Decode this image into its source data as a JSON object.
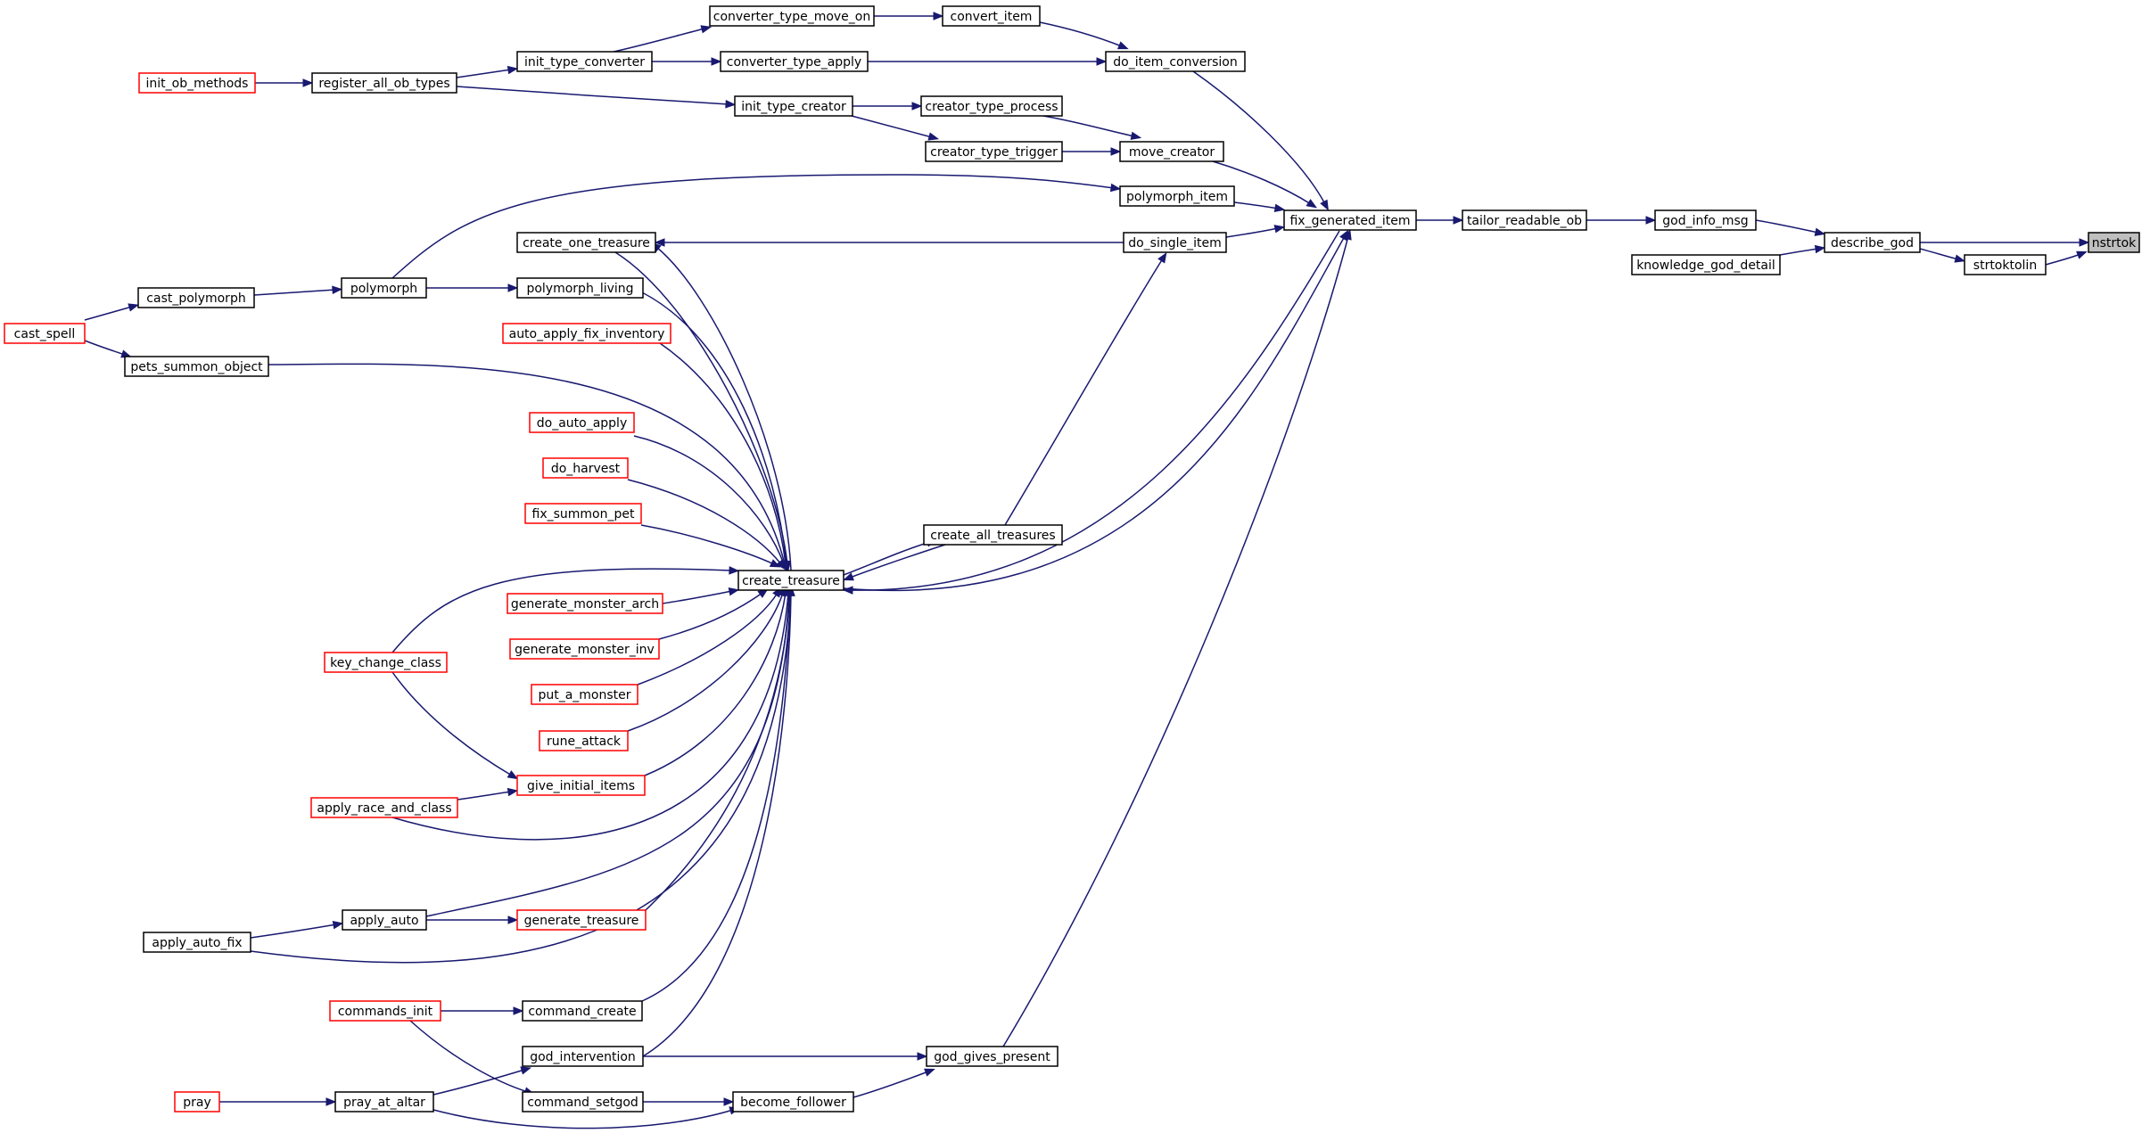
{
  "colors": {
    "edge": "#191970",
    "node_border": "#000000",
    "truncated_border": "#ff0000",
    "root_fill": "#bfbfbf",
    "node_fill": "#ffffff"
  },
  "graph": {
    "nodes": [
      {
        "id": "nstrtok",
        "label": "nstrtok",
        "style": "root"
      },
      {
        "id": "describe_god",
        "label": "describe_god",
        "style": "normal"
      },
      {
        "id": "strtoktolin",
        "label": "strtoktolin",
        "style": "normal"
      },
      {
        "id": "god_info_msg",
        "label": "god_info_msg",
        "style": "normal"
      },
      {
        "id": "knowledge_god_detail",
        "label": "knowledge_god_detail",
        "style": "normal"
      },
      {
        "id": "tailor_readable_ob",
        "label": "tailor_readable_ob",
        "style": "normal"
      },
      {
        "id": "fix_generated_item",
        "label": "fix_generated_item",
        "style": "normal"
      },
      {
        "id": "do_item_conversion",
        "label": "do_item_conversion",
        "style": "normal"
      },
      {
        "id": "move_creator",
        "label": "move_creator",
        "style": "normal"
      },
      {
        "id": "polymorph_item",
        "label": "polymorph_item",
        "style": "normal"
      },
      {
        "id": "do_single_item",
        "label": "do_single_item",
        "style": "normal"
      },
      {
        "id": "convert_item",
        "label": "convert_item",
        "style": "normal"
      },
      {
        "id": "converter_type_move_on",
        "label": "converter_type_move_on",
        "style": "normal"
      },
      {
        "id": "converter_type_apply",
        "label": "converter_type_apply",
        "style": "normal"
      },
      {
        "id": "init_type_converter",
        "label": "init_type_converter",
        "style": "normal"
      },
      {
        "id": "register_all_ob_types",
        "label": "register_all_ob_types",
        "style": "normal"
      },
      {
        "id": "init_ob_methods",
        "label": "init_ob_methods",
        "style": "truncated"
      },
      {
        "id": "creator_type_process",
        "label": "creator_type_process",
        "style": "normal"
      },
      {
        "id": "creator_type_trigger",
        "label": "creator_type_trigger",
        "style": "normal"
      },
      {
        "id": "init_type_creator",
        "label": "init_type_creator",
        "style": "normal"
      },
      {
        "id": "create_one_treasure",
        "label": "create_one_treasure",
        "style": "normal"
      },
      {
        "id": "polymorph",
        "label": "polymorph",
        "style": "normal"
      },
      {
        "id": "polymorph_living",
        "label": "polymorph_living",
        "style": "normal"
      },
      {
        "id": "cast_polymorph",
        "label": "cast_polymorph",
        "style": "normal"
      },
      {
        "id": "cast_spell",
        "label": "cast_spell",
        "style": "truncated"
      },
      {
        "id": "pets_summon_object",
        "label": "pets_summon_object",
        "style": "normal"
      },
      {
        "id": "auto_apply_fix_inventory",
        "label": "auto_apply_fix_inventory",
        "style": "truncated"
      },
      {
        "id": "do_auto_apply",
        "label": "do_auto_apply",
        "style": "truncated"
      },
      {
        "id": "do_harvest",
        "label": "do_harvest",
        "style": "truncated"
      },
      {
        "id": "fix_summon_pet",
        "label": "fix_summon_pet",
        "style": "truncated"
      },
      {
        "id": "create_all_treasures",
        "label": "create_all_treasures",
        "style": "normal"
      },
      {
        "id": "create_treasure",
        "label": "create_treasure",
        "style": "normal"
      },
      {
        "id": "generate_monster_arch",
        "label": "generate_monster_arch",
        "style": "truncated"
      },
      {
        "id": "generate_monster_inv",
        "label": "generate_monster_inv",
        "style": "truncated"
      },
      {
        "id": "key_change_class",
        "label": "key_change_class",
        "style": "truncated"
      },
      {
        "id": "put_a_monster",
        "label": "put_a_monster",
        "style": "truncated"
      },
      {
        "id": "rune_attack",
        "label": "rune_attack",
        "style": "truncated"
      },
      {
        "id": "give_initial_items",
        "label": "give_initial_items",
        "style": "truncated"
      },
      {
        "id": "apply_race_and_class",
        "label": "apply_race_and_class",
        "style": "truncated"
      },
      {
        "id": "apply_auto",
        "label": "apply_auto",
        "style": "normal"
      },
      {
        "id": "generate_treasure",
        "label": "generate_treasure",
        "style": "truncated"
      },
      {
        "id": "apply_auto_fix",
        "label": "apply_auto_fix",
        "style": "normal"
      },
      {
        "id": "commands_init",
        "label": "commands_init",
        "style": "truncated"
      },
      {
        "id": "command_create",
        "label": "command_create",
        "style": "normal"
      },
      {
        "id": "god_intervention",
        "label": "god_intervention",
        "style": "normal"
      },
      {
        "id": "god_gives_present",
        "label": "god_gives_present",
        "style": "normal"
      },
      {
        "id": "pray",
        "label": "pray",
        "style": "truncated"
      },
      {
        "id": "pray_at_altar",
        "label": "pray_at_altar",
        "style": "normal"
      },
      {
        "id": "command_setgod",
        "label": "command_setgod",
        "style": "normal"
      },
      {
        "id": "become_follower",
        "label": "become_follower",
        "style": "normal"
      }
    ],
    "edges": [
      {
        "from": "describe_god",
        "to": "nstrtok"
      },
      {
        "from": "strtoktolin",
        "to": "nstrtok"
      },
      {
        "from": "god_info_msg",
        "to": "describe_god"
      },
      {
        "from": "knowledge_god_detail",
        "to": "describe_god"
      },
      {
        "from": "describe_god",
        "to": "strtoktolin"
      },
      {
        "from": "tailor_readable_ob",
        "to": "god_info_msg"
      },
      {
        "from": "fix_generated_item",
        "to": "tailor_readable_ob"
      },
      {
        "from": "do_item_conversion",
        "to": "fix_generated_item"
      },
      {
        "from": "move_creator",
        "to": "fix_generated_item"
      },
      {
        "from": "polymorph_item",
        "to": "fix_generated_item"
      },
      {
        "from": "do_single_item",
        "to": "fix_generated_item"
      },
      {
        "from": "create_treasure",
        "to": "fix_generated_item"
      },
      {
        "from": "god_gives_present",
        "to": "fix_generated_item"
      },
      {
        "from": "convert_item",
        "to": "do_item_conversion"
      },
      {
        "from": "converter_type_apply",
        "to": "do_item_conversion"
      },
      {
        "from": "converter_type_move_on",
        "to": "convert_item"
      },
      {
        "from": "init_type_converter",
        "to": "converter_type_move_on"
      },
      {
        "from": "init_type_converter",
        "to": "converter_type_apply"
      },
      {
        "from": "register_all_ob_types",
        "to": "init_type_converter"
      },
      {
        "from": "register_all_ob_types",
        "to": "init_type_creator"
      },
      {
        "from": "init_ob_methods",
        "to": "register_all_ob_types"
      },
      {
        "from": "creator_type_process",
        "to": "move_creator"
      },
      {
        "from": "creator_type_trigger",
        "to": "move_creator"
      },
      {
        "from": "init_type_creator",
        "to": "creator_type_process"
      },
      {
        "from": "init_type_creator",
        "to": "creator_type_trigger"
      },
      {
        "from": "polymorph",
        "to": "polymorph_item"
      },
      {
        "from": "do_single_item",
        "to": "create_one_treasure"
      },
      {
        "from": "create_all_treasures",
        "to": "do_single_item"
      },
      {
        "from": "create_treasure",
        "to": "create_one_treasure"
      },
      {
        "from": "create_one_treasure",
        "to": "create_treasure"
      },
      {
        "from": "polymorph",
        "to": "polymorph_living"
      },
      {
        "from": "cast_polymorph",
        "to": "polymorph"
      },
      {
        "from": "cast_spell",
        "to": "cast_polymorph"
      },
      {
        "from": "cast_spell",
        "to": "pets_summon_object"
      },
      {
        "from": "polymorph_living",
        "to": "create_treasure"
      },
      {
        "from": "pets_summon_object",
        "to": "create_treasure"
      },
      {
        "from": "auto_apply_fix_inventory",
        "to": "create_treasure"
      },
      {
        "from": "do_auto_apply",
        "to": "create_treasure"
      },
      {
        "from": "do_harvest",
        "to": "create_treasure"
      },
      {
        "from": "fix_summon_pet",
        "to": "create_treasure"
      },
      {
        "from": "create_treasure",
        "to": "create_all_treasures"
      },
      {
        "from": "create_all_treasures",
        "to": "create_treasure"
      },
      {
        "from": "fix_generated_item",
        "to": "create_treasure"
      },
      {
        "from": "generate_monster_arch",
        "to": "create_treasure"
      },
      {
        "from": "generate_monster_inv",
        "to": "create_treasure"
      },
      {
        "from": "key_change_class",
        "to": "create_treasure"
      },
      {
        "from": "put_a_monster",
        "to": "create_treasure"
      },
      {
        "from": "rune_attack",
        "to": "create_treasure"
      },
      {
        "from": "give_initial_items",
        "to": "create_treasure"
      },
      {
        "from": "apply_race_and_class",
        "to": "create_treasure"
      },
      {
        "from": "apply_auto",
        "to": "create_treasure"
      },
      {
        "from": "generate_treasure",
        "to": "create_treasure"
      },
      {
        "from": "apply_auto_fix",
        "to": "create_treasure"
      },
      {
        "from": "command_create",
        "to": "create_treasure"
      },
      {
        "from": "god_intervention",
        "to": "create_treasure"
      },
      {
        "from": "key_change_class",
        "to": "give_initial_items"
      },
      {
        "from": "apply_race_and_class",
        "to": "give_initial_items"
      },
      {
        "from": "apply_auto",
        "to": "generate_treasure"
      },
      {
        "from": "apply_auto_fix",
        "to": "apply_auto"
      },
      {
        "from": "commands_init",
        "to": "command_create"
      },
      {
        "from": "commands_init",
        "to": "command_setgod"
      },
      {
        "from": "god_intervention",
        "to": "god_gives_present"
      },
      {
        "from": "become_follower",
        "to": "god_gives_present"
      },
      {
        "from": "pray_at_altar",
        "to": "god_intervention"
      },
      {
        "from": "pray",
        "to": "pray_at_altar"
      },
      {
        "from": "pray_at_altar",
        "to": "become_follower"
      },
      {
        "from": "command_setgod",
        "to": "become_follower"
      }
    ]
  }
}
